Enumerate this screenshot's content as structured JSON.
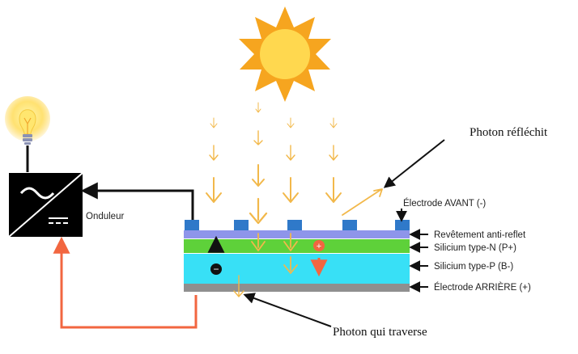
{
  "labels": {
    "inverter": "Onduleur",
    "reflected_photon": "Photon réfléchit",
    "transmitted_photon": "Photon qui traverse",
    "front_electrode": "Électrode AVANT (-)",
    "antireflective_coating": "Revêtement anti-reflet",
    "n_type_silicon": "Silicium type-N (P+)",
    "p_type_silicon": "Silicium type-P (B-)",
    "rear_electrode": "Électrode ARRIÈRE (+)"
  },
  "carriers": {
    "hole_symbol": "+",
    "electron_symbol": "−"
  },
  "icons": {
    "sun": "sun-icon",
    "bulb": "light-bulb-icon",
    "inverter": "inverter-icon"
  },
  "colors": {
    "sun_outer": "#f6a51f",
    "sun_inner": "#ffd84f",
    "photon": "#f2b84a",
    "coating": "#8e95ea",
    "n_type": "#5ed13a",
    "p_type": "#38e0f6",
    "rear_electrode": "#8f8f8f",
    "front_contact": "#2f79c9",
    "current_flow": "#f26640",
    "electron_arrow": "#111111",
    "hole_arrow": "#f26640"
  }
}
